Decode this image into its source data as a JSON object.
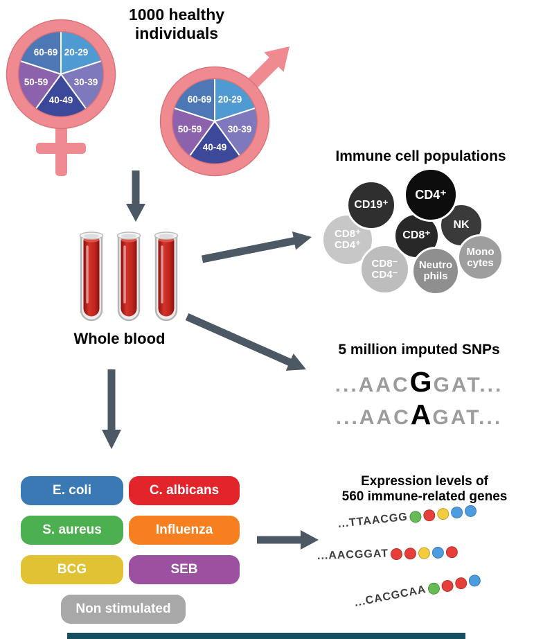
{
  "title": "1000 healthy\nindividuals",
  "colors": {
    "gender_pink": "#ef8b90",
    "arrow_gray": "#4c5864",
    "bottom_bar_teal": "#164f60",
    "blood_red": "#c0261d"
  },
  "age_pie": {
    "labels": [
      "20-29",
      "30-39",
      "40-49",
      "50-59",
      "60-69"
    ],
    "colors": [
      "#4f9ad1",
      "#7e79bc",
      "#3c4899",
      "#8c62ad",
      "#4e77b6"
    ]
  },
  "whole_blood": {
    "label": "Whole blood"
  },
  "immune_cells": {
    "title": "Immune cell populations",
    "cells": [
      {
        "label": "CD8⁺\nCD4⁺",
        "color": "#c7c7c7"
      },
      {
        "label": "CD19⁺",
        "color": "#2f2f2f"
      },
      {
        "label": "CD4⁺",
        "color": "#0d0d0d"
      },
      {
        "label": "NK",
        "color": "#3a3a3a"
      },
      {
        "label": "CD8⁺",
        "color": "#282828"
      },
      {
        "label": "CD8⁻\nCD4⁻",
        "color": "#bdbdbd"
      },
      {
        "label": "Neutro\nphils",
        "color": "#8f8f8f"
      },
      {
        "label": "Mono\ncytes",
        "color": "#9e9e9e"
      }
    ]
  },
  "snps": {
    "title": "5 million imputed SNPs",
    "rows": [
      {
        "prefix": "...AAC",
        "snp": "G",
        "suffix": "GAT..."
      },
      {
        "prefix": "...AAC",
        "snp": "A",
        "suffix": "GAT..."
      }
    ]
  },
  "stimuli": {
    "items": [
      {
        "label": "E. coli",
        "color": "#3b79b5"
      },
      {
        "label": "C. albicans",
        "color": "#e2242b"
      },
      {
        "label": "S. aureus",
        "color": "#4caf50"
      },
      {
        "label": "Influenza",
        "color": "#f68020"
      },
      {
        "label": "BCG",
        "color": "#e0c233"
      },
      {
        "label": "SEB",
        "color": "#9b51a0"
      },
      {
        "label": "Non stimulated",
        "color": "#a8a8a8"
      }
    ]
  },
  "expression": {
    "title": "Expression levels of\n560 immune-related genes",
    "rows": [
      {
        "seq": "...TTAACGG",
        "beads": [
          "#66bb55",
          "#e63f3a",
          "#f2cc3d",
          "#4d9ce0",
          "#4d9ce0"
        ]
      },
      {
        "seq": "...AACGGAT",
        "beads": [
          "#e63f3a",
          "#e63f3a",
          "#f2cc3d",
          "#4d9ce0",
          "#e63f3a"
        ]
      },
      {
        "seq": "...CACGCAA",
        "beads": [
          "#66bb55",
          "#e63f3a",
          "#e63f3a",
          "#4d9ce0"
        ]
      }
    ]
  }
}
